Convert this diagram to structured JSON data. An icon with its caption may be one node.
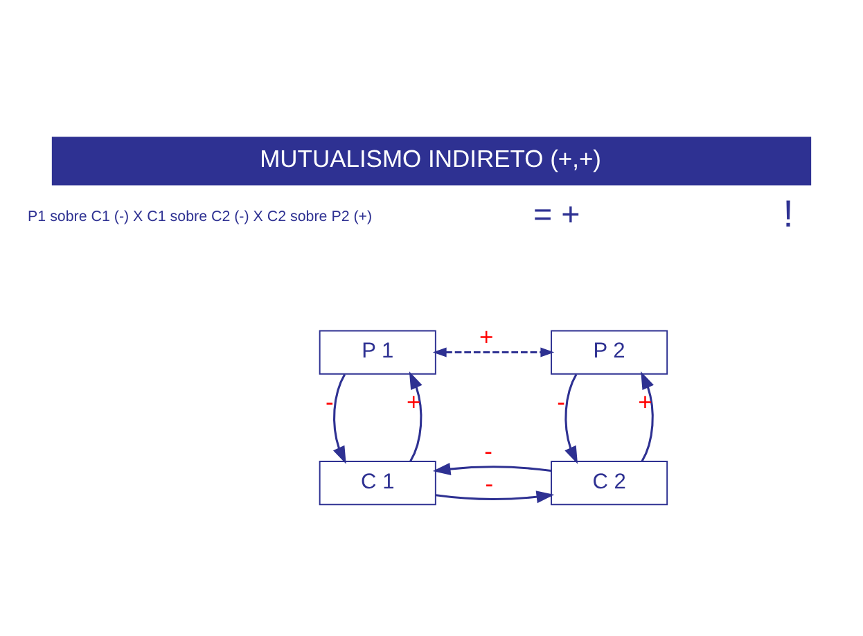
{
  "diagram": {
    "title": "MUTUALISMO INDIRETO (+,+)",
    "nodes": [
      {
        "text": [
          "P 1"
        ]
      },
      {
        "text": [
          "P 2"
        ]
      },
      {
        "text": [
          "C 1"
        ]
      },
      {
        "text": [
          "C 2"
        ]
      }
    ],
    "edges": [
      {
        "from": 2,
        "to": 0,
        "arrow": "to",
        "label": "+"
      },
      {
        "from": 0,
        "to": 2,
        "arrow": "to",
        "label": "-"
      },
      {
        "from": 3,
        "to": 1,
        "arrow": "to",
        "label": "+"
      },
      {
        "from": 1,
        "to": 3,
        "arrow": "to",
        "label": "-"
      },
      {
        "from": 2,
        "to": 3,
        "arrow": "to",
        "label": "-"
      },
      {
        "from": 3,
        "to": 2,
        "arrow": "to",
        "label": "-"
      },
      {
        "from": 0,
        "to": 1,
        "arrow": "both",
        "label": "+",
        "style": "dashed"
      }
    ],
    "labels": [
      "P1 sobre C1 (-) X C1 sobre C2 (-) X C2 sobre P2 (+)",
      "= +",
      "!"
    ]
  }
}
